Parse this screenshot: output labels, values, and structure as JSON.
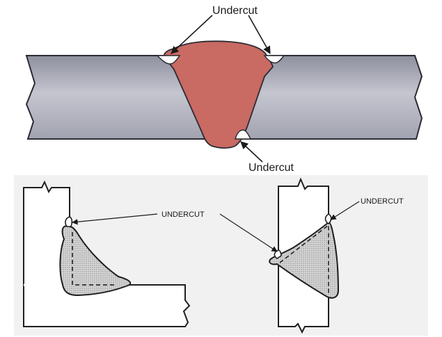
{
  "top_figure": {
    "label_upper": "Undercut",
    "label_lower": "Undercut"
  },
  "bottom_figure": {
    "left_label": "UNDERCUT",
    "right_label": "UNDERCUT"
  },
  "colors": {
    "plate_fill": "#a9aab6",
    "plate_edge": "#2b2b33",
    "weld_fill": "#c96a63",
    "groove_fill": "#a8515a",
    "fillet_fill": "#cfcfcf",
    "panel_background": "#f1f1f1"
  }
}
